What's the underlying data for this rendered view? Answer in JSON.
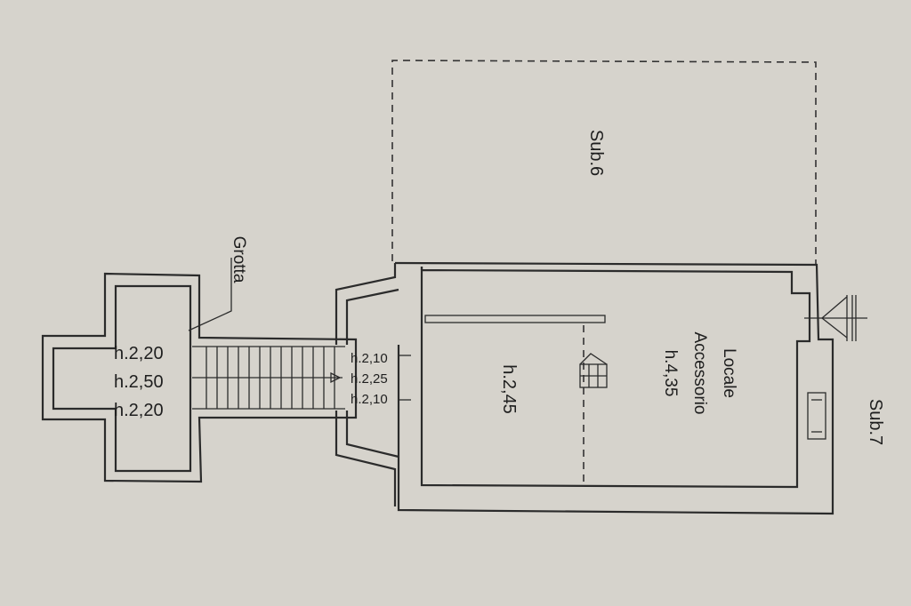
{
  "labels": {
    "sub6": "Sub.6",
    "sub7": "Sub.7",
    "grotta": "Grotta",
    "locale": "Locale",
    "accessorio": "Accessorio",
    "locale_height": "h.4,35",
    "room_height": "h.2,45",
    "grotta_h_left": "h.2,20",
    "grotta_h_mid": "h.2,50",
    "grotta_h_right": "h.2,20",
    "stair_h_top": "h.2,10",
    "stair_h_mid": "h.2,25",
    "stair_h_bot": "h.2,10"
  }
}
